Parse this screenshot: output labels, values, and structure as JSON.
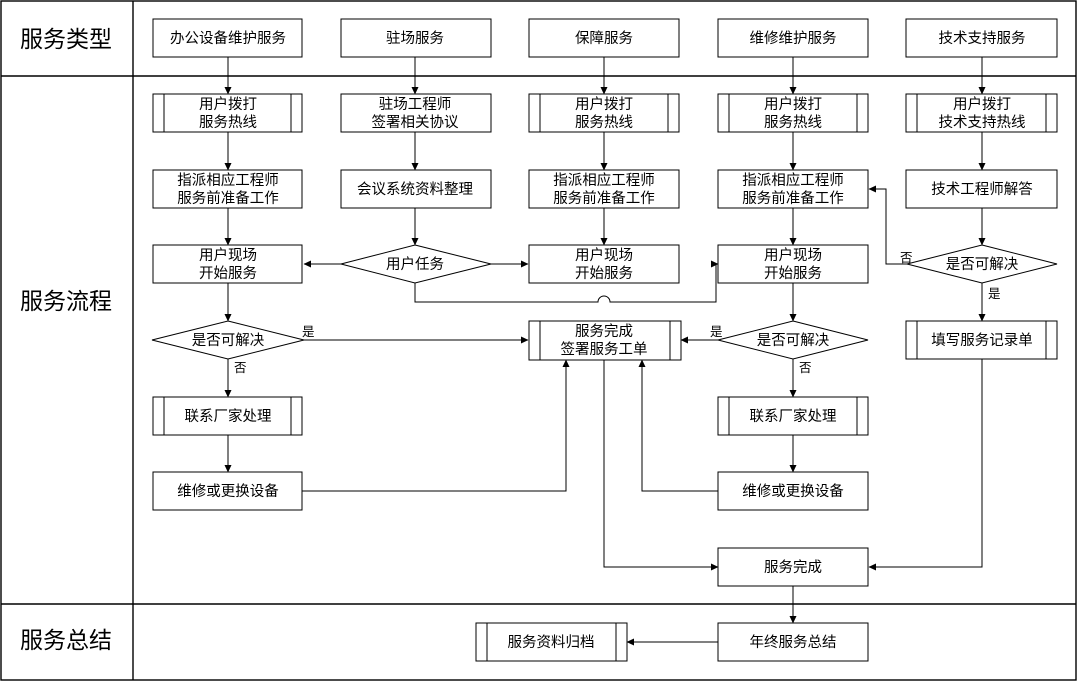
{
  "lanes": {
    "type": "服务类型",
    "process": "服务流程",
    "summary": "服务总结"
  },
  "types": {
    "office": "办公设备维护服务",
    "onsite": "驻场服务",
    "support": "保障服务",
    "repair": "维修维护服务",
    "tech": "技术支持服务"
  },
  "col1": {
    "call": [
      "用户拨打",
      "服务热线"
    ],
    "assign": [
      "指派相应工程师",
      "服务前准备工作"
    ],
    "start": [
      "用户现场",
      "开始服务"
    ],
    "decide": "是否可解决",
    "vendor": "联系厂家处理",
    "replace": "维修或更换设备"
  },
  "col2": {
    "sign": [
      "驻场工程师",
      "签署相关协议"
    ],
    "meeting": "会议系统资料整理",
    "task": "用户任务"
  },
  "col3": {
    "call": [
      "用户拨打",
      "服务热线"
    ],
    "assign": [
      "指派相应工程师",
      "服务前准备工作"
    ],
    "start": [
      "用户现场",
      "开始服务"
    ],
    "complete_sign": [
      "服务完成",
      "签署服务工单"
    ]
  },
  "col4": {
    "call": [
      "用户拨打",
      "服务热线"
    ],
    "assign": [
      "指派相应工程师",
      "服务前准备工作"
    ],
    "start": [
      "用户现场",
      "开始服务"
    ],
    "decide": "是否可解决",
    "vendor": "联系厂家处理",
    "replace": "维修或更换设备",
    "done": "服务完成"
  },
  "col5": {
    "call": [
      "用户拨打",
      "技术支持热线"
    ],
    "answer": "技术工程师解答",
    "decide": "是否可解决",
    "record": "填写服务记录单"
  },
  "summary": {
    "annual": "年终服务总结",
    "archive": "服务资料归档"
  },
  "edge_labels": {
    "yes": "是",
    "no": "否"
  }
}
